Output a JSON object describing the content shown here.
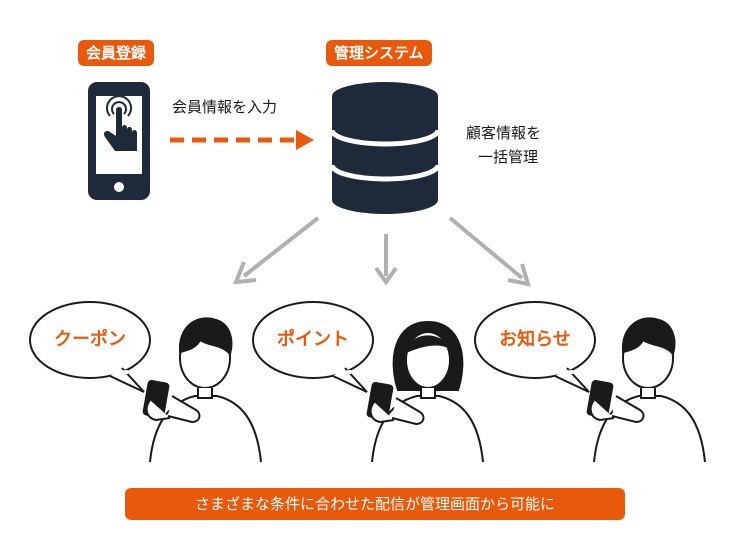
{
  "badges": {
    "member_registration": "会員登録",
    "management_system": "管理システム"
  },
  "labels": {
    "input_member_info": "会員情報を入力",
    "centralized_line1": "顧客情報を",
    "centralized_line2": "一括管理"
  },
  "bubbles": {
    "coupon": "クーポン",
    "points": "ポイント",
    "news": "お知らせ"
  },
  "footer": "さまざまな条件に合わせた配信が管理画面から可能に",
  "colors": {
    "accent": "#e8590c",
    "dark": "#1e2a3a",
    "arrow_gray": "#b0b0b0"
  },
  "icons": [
    "smartphone-icon",
    "database-icon",
    "person-icon"
  ]
}
